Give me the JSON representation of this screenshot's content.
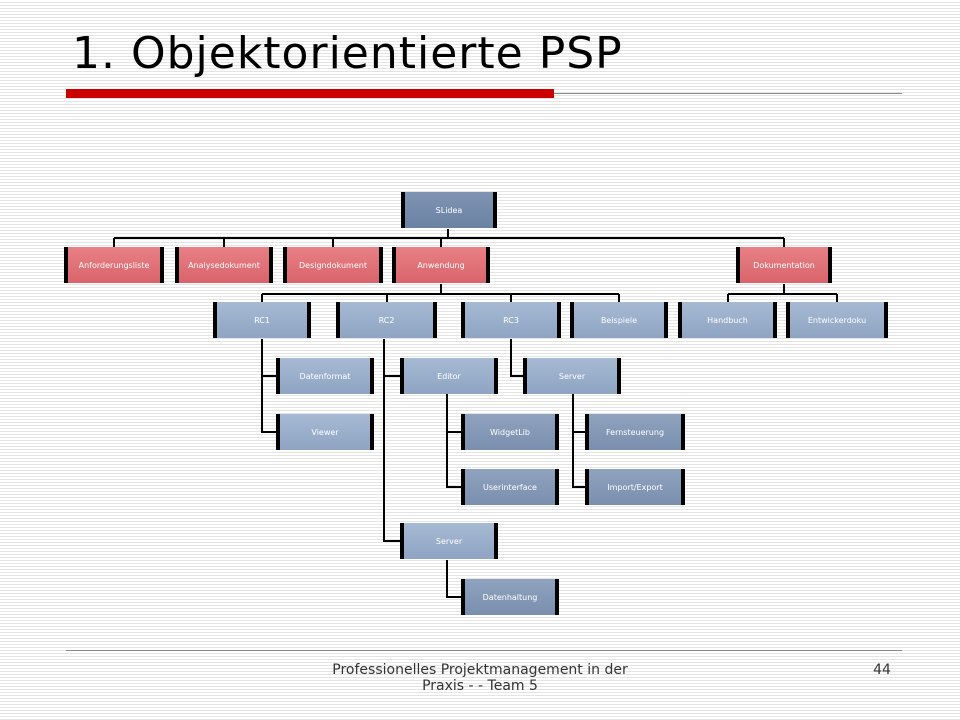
{
  "slide": {
    "title": "1. Objektorientierte PSP",
    "accent_color": "#cc0000",
    "footer": "Professionelles Projektmanagement in der Praxis - - Team 5",
    "page_number": "44"
  },
  "psp": {
    "colors": {
      "root": "#7388a8",
      "phase": "#e0737a",
      "package": "#9eb2cc",
      "work_package": "#8197b5",
      "connector": "#000000"
    },
    "nodes": {
      "sliDea": "SLidea",
      "anforderungsliste": "Anforderungsliste",
      "analysedokument": "Analysedokument",
      "designdokument": "Designdokument",
      "anwendung": "Anwendung",
      "dokumentation": "Dokumentation",
      "rc1": "RC1",
      "rc2": "RC2",
      "rc3": "RC3",
      "beispiele": "Beispiele",
      "handbuch": "Handbuch",
      "entwicklerdoku": "Entwickerdoku",
      "datenformat": "Datenformat",
      "viewer": "Viewer",
      "editor": "Editor",
      "widgetlib": "WidgetLib",
      "userinterface": "Userinterface",
      "server_rc2": "Server",
      "datenhaltung": "Datenhaltung",
      "server_rc3": "Server",
      "fernsteuerung": "Fernsteuerung",
      "import_export": "Import/Export"
    }
  }
}
